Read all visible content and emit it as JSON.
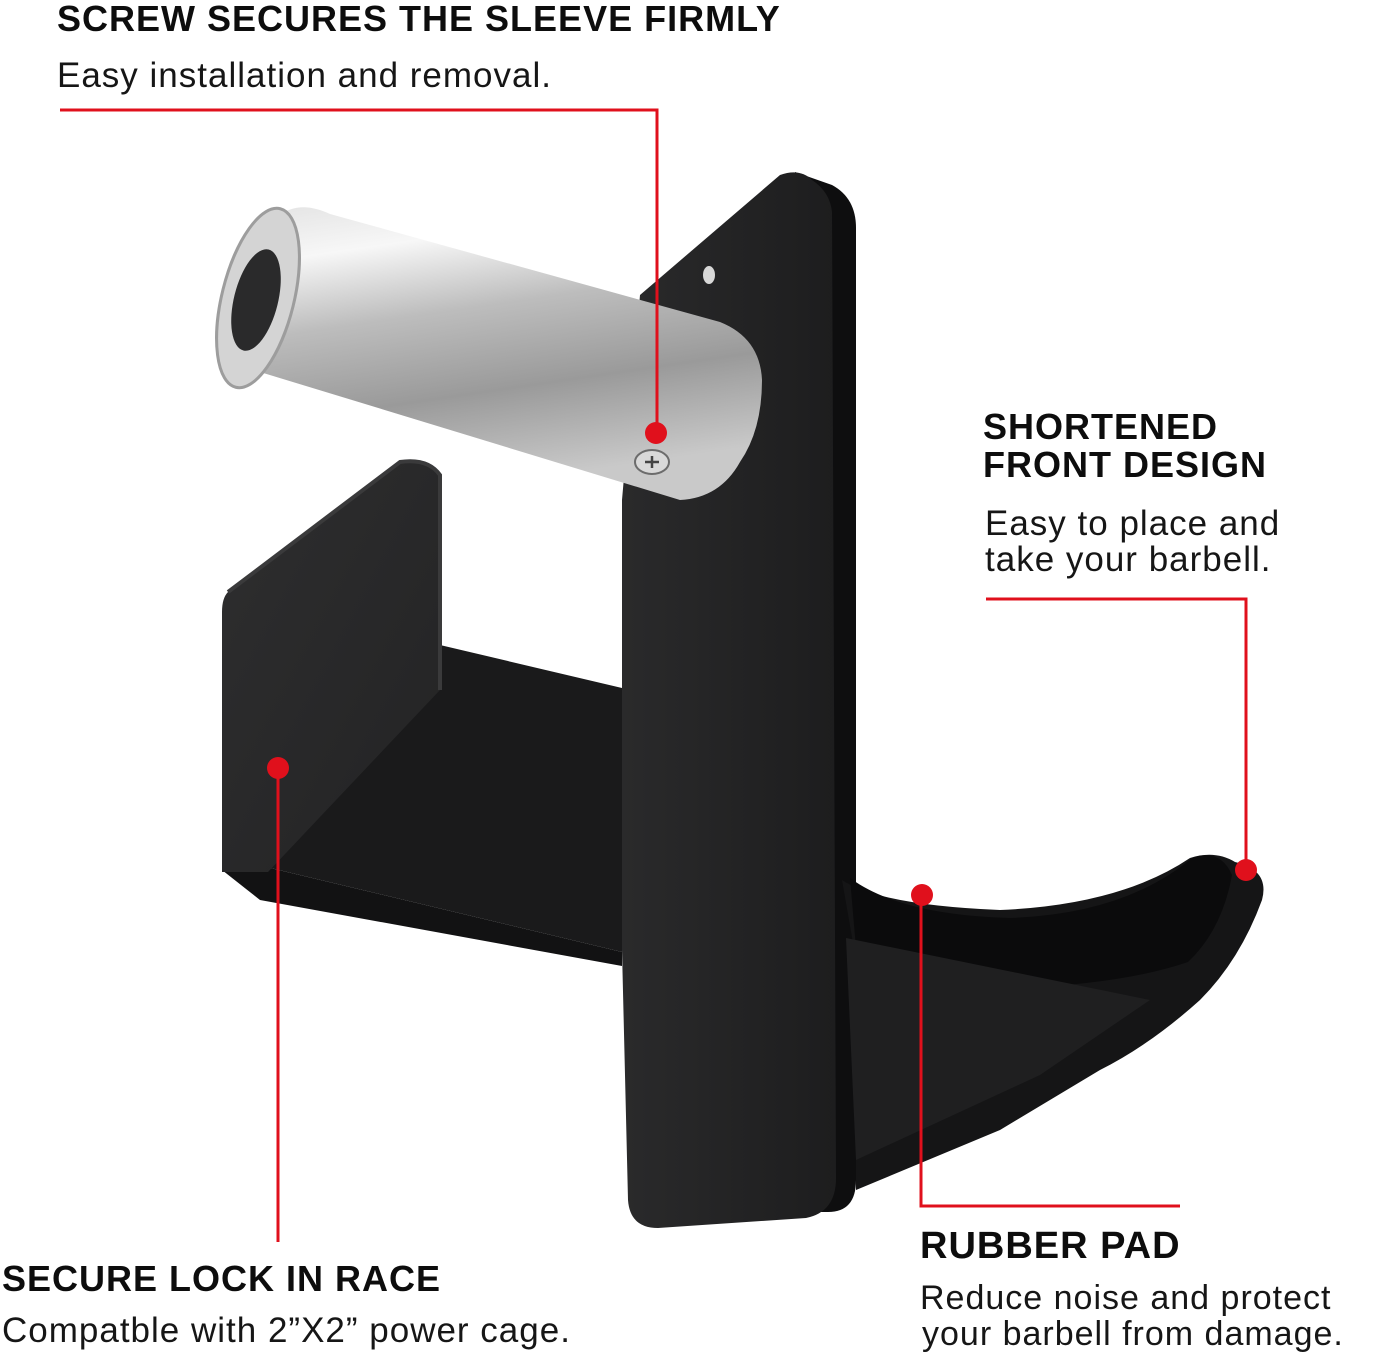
{
  "callouts": {
    "screw": {
      "title": "SCREW SECURES THE SLEEVE FIRMLY",
      "description": "Easy installation and removal."
    },
    "front": {
      "title_line1": "SHORTENED",
      "title_line2": "FRONT DESIGN",
      "description_line1": "Easy to place and",
      "description_line2": "take your barbell."
    },
    "lock": {
      "title": "SECURE LOCK IN RACE",
      "description": "Compatble with 2”X2” power cage."
    },
    "pad": {
      "title": "RUBBER PAD",
      "description_line1": "Reduce noise and protect",
      "description_line2": "your barbell from damage."
    }
  },
  "colors": {
    "callout_red": "#e0101c",
    "product_black": "#1c1c1d",
    "sleeve_silver": "#b9b9b9",
    "background": "#ffffff"
  },
  "icons": {
    "product": "barbell-jhook-icon",
    "screw": "phillips-screw-icon"
  }
}
